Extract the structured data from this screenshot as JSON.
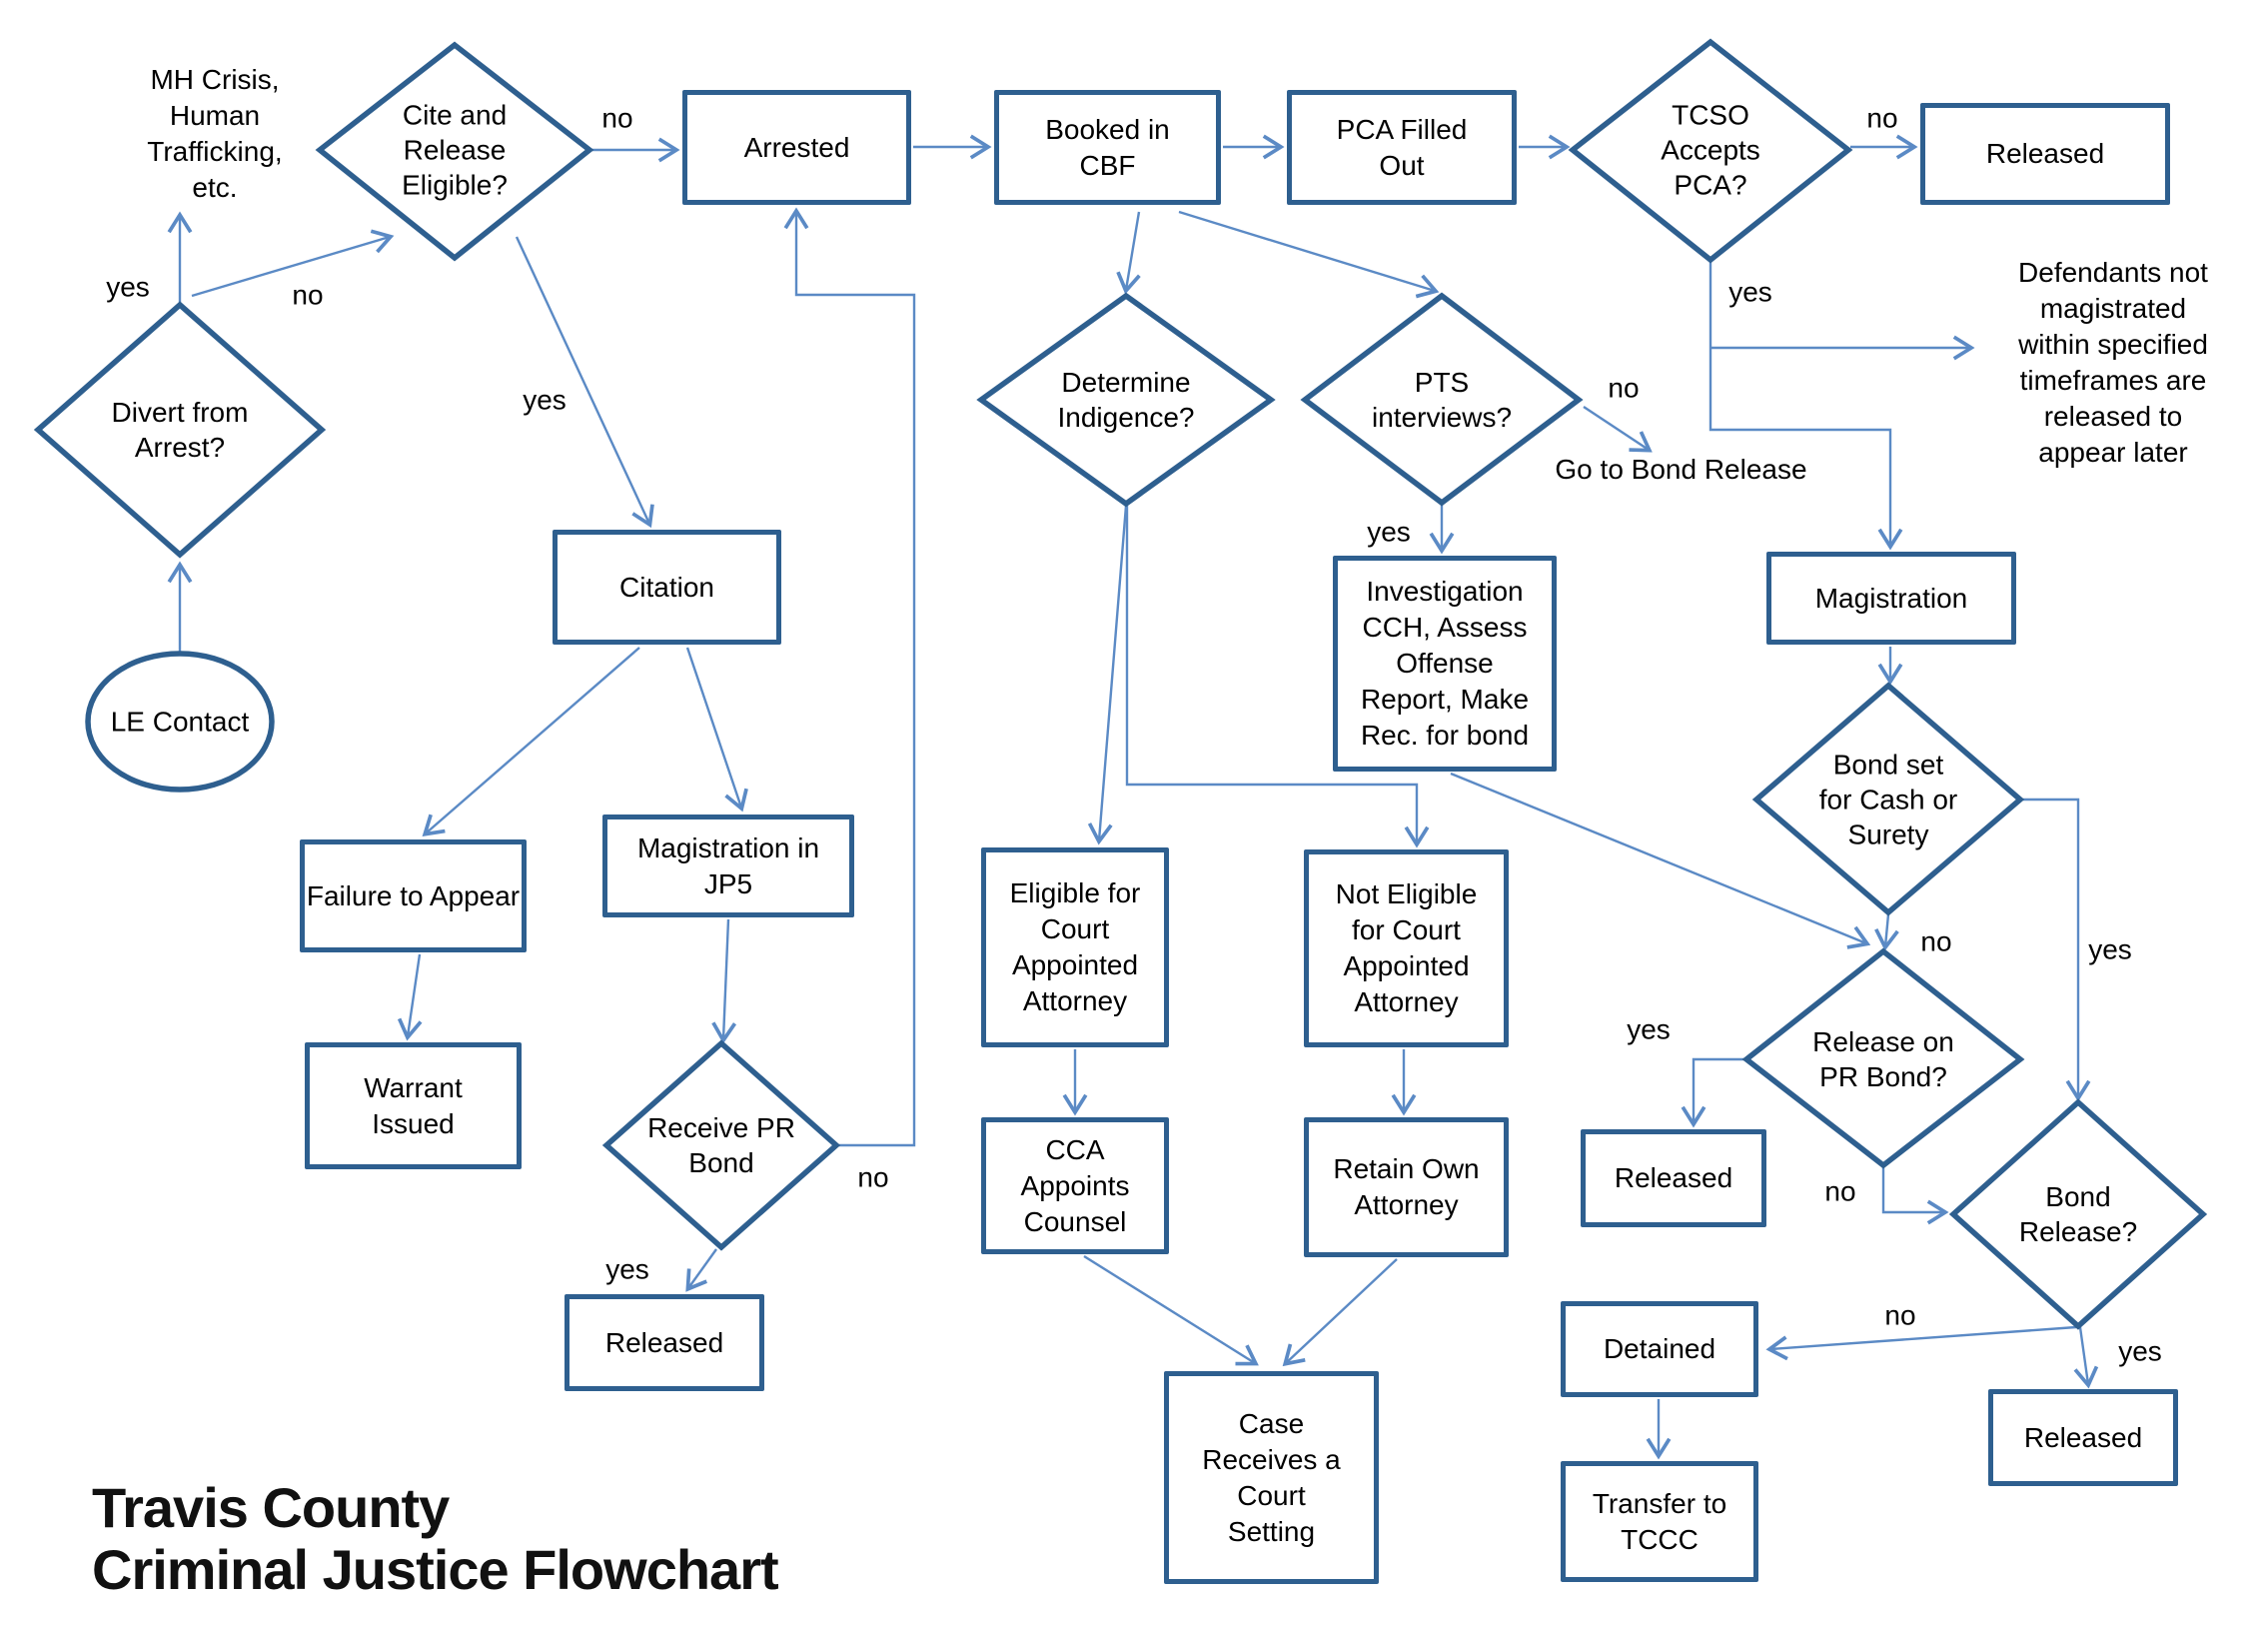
{
  "title": "Travis County\nCriminal Justice Flowchart",
  "nodes": {
    "mh_note": "MH Crisis,\nHuman\nTrafficking,\netc.",
    "divert": "Divert from\nArrest?",
    "le_contact": "LE Contact",
    "cite_release": "Cite and\nRelease\nEligible?",
    "arrested": "Arrested",
    "booked": "Booked in\nCBF",
    "pca": "PCA Filled\nOut",
    "tcso": "TCSO\nAccepts\nPCA?",
    "released_top": "Released",
    "defendants_note": "Defendants not\nmagistrated\nwithin specified\ntimeframes are\nreleased to\nappear later",
    "citation": "Citation",
    "failure": "Failure to Appear",
    "warrant": "Warrant\nIssued",
    "jp5": "Magistration in\nJP5",
    "receive_pr": "Receive PR\nBond",
    "released_left": "Released",
    "determine": "Determine\nIndigence?",
    "pts": "PTS\ninterviews?",
    "go_bond": "Go to Bond Release",
    "investigation": "Investigation\nCCH, Assess\nOffense\nReport, Make\nRec. for bond",
    "magistration": "Magistration",
    "bond_set": "Bond set\nfor Cash or\nSurety",
    "eligible": "Eligible for\nCourt\nAppointed\nAttorney",
    "not_eligible": "Not Eligible\nfor Court\nAppointed\nAttorney",
    "cca": "CCA\nAppoints\nCounsel",
    "retain": "Retain Own\nAttorney",
    "case_setting": "Case\nReceives a\nCourt\nSetting",
    "release_pr": "Release on\nPR Bond?",
    "released_mid": "Released",
    "bond_release": "Bond\nRelease?",
    "detained": "Detained",
    "transfer": "Transfer to\nTCCC",
    "released_bottom": "Released"
  },
  "edge_labels": {
    "divert_yes": "yes",
    "divert_no": "no",
    "cite_no": "no",
    "cite_yes": "yes",
    "tcso_no": "no",
    "tcso_yes": "yes",
    "pts_no": "no",
    "pts_yes": "yes",
    "receive_no": "no",
    "receive_yes": "yes",
    "bondset_no": "no",
    "bondset_yes": "yes",
    "releasepr_yes": "yes",
    "releasepr_no": "no",
    "bondrelease_no": "no",
    "bondrelease_yes": "yes"
  },
  "colors": {
    "shape_border": "#2E5F8F",
    "edge": "#5B8AC5",
    "text": "#000000",
    "title": "#111111"
  }
}
